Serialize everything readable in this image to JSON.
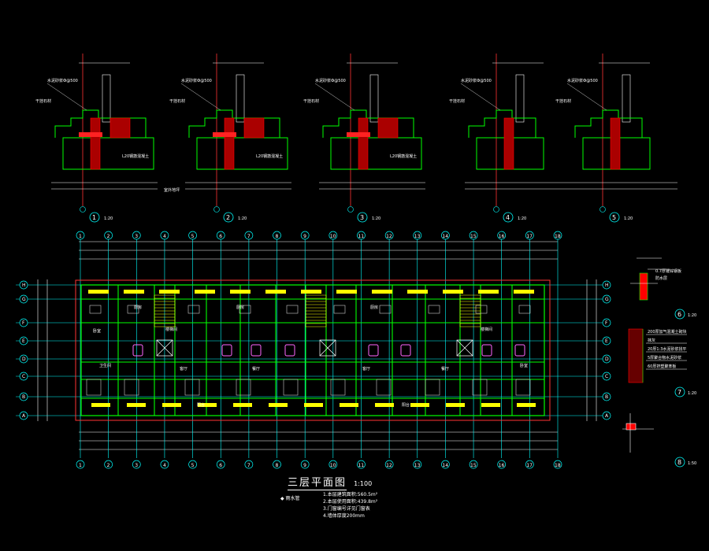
{
  "drawing": {
    "title": "三层平面图",
    "scale": "1:100"
  },
  "details": [
    {
      "number": "1",
      "scale": "1:20",
      "labels": [
        "水泥砂浆Ф@500",
        "干挂石材",
        "L20钢筋混凝土"
      ],
      "note": "室外地坪"
    },
    {
      "number": "2",
      "scale": "1:20",
      "labels": [
        "水泥砂浆Ф@500",
        "干挂石材",
        "L20钢筋混凝土"
      ]
    },
    {
      "number": "3",
      "scale": "1:20",
      "labels": [
        "水泥砂浆Ф@500",
        "干挂石材",
        "L20钢筋混凝土"
      ]
    },
    {
      "number": "4",
      "scale": "1:20",
      "labels": [
        "水泥砂浆Ф@500",
        "干挂石材"
      ]
    },
    {
      "number": "5",
      "scale": "1:20",
      "labels": [
        "水泥砂浆Ф@500",
        "干挂石材"
      ]
    },
    {
      "number": "6",
      "scale": "1:20",
      "labels": [
        "0.7厚镀锌钢板",
        "防水层"
      ]
    },
    {
      "number": "7",
      "scale": "1:20",
      "labels": [
        "200厚加气混凝土砌块",
        "抹灰",
        "20厚1:3水泥砂浆找平",
        "5厚聚合物水泥砂浆",
        "60厚挤塑聚苯板"
      ]
    },
    {
      "number": "8",
      "scale": "1:50",
      "labels": []
    }
  ],
  "grid_axes": {
    "top": [
      "1",
      "2",
      "3",
      "4",
      "5",
      "6",
      "7",
      "8",
      "9",
      "10",
      "11",
      "12",
      "13",
      "14",
      "15",
      "16",
      "17",
      "18"
    ],
    "left": [
      "H",
      "G",
      "F",
      "E",
      "D",
      "C",
      "B",
      "A"
    ]
  },
  "room_labels": [
    "卧室",
    "厨房",
    "卫生间",
    "客厅",
    "餐厅",
    "阳台",
    "楼梯间"
  ],
  "notes": [
    "1.本层建筑面积:560.5m²",
    "2.本层使用面积:439.8m²",
    "3.门窗编号详见门窗表",
    "4.墙体厚度200mm"
  ],
  "legend": "◆ 雨水管",
  "colors": {
    "background": "#000000",
    "walls": "#00ff00",
    "axis": "#00ffff",
    "dimension": "#ffffff",
    "hatch": "#ff0000",
    "windows": "#ffff00",
    "fixtures": "#ff00ff",
    "boundary": "#ff3333"
  }
}
